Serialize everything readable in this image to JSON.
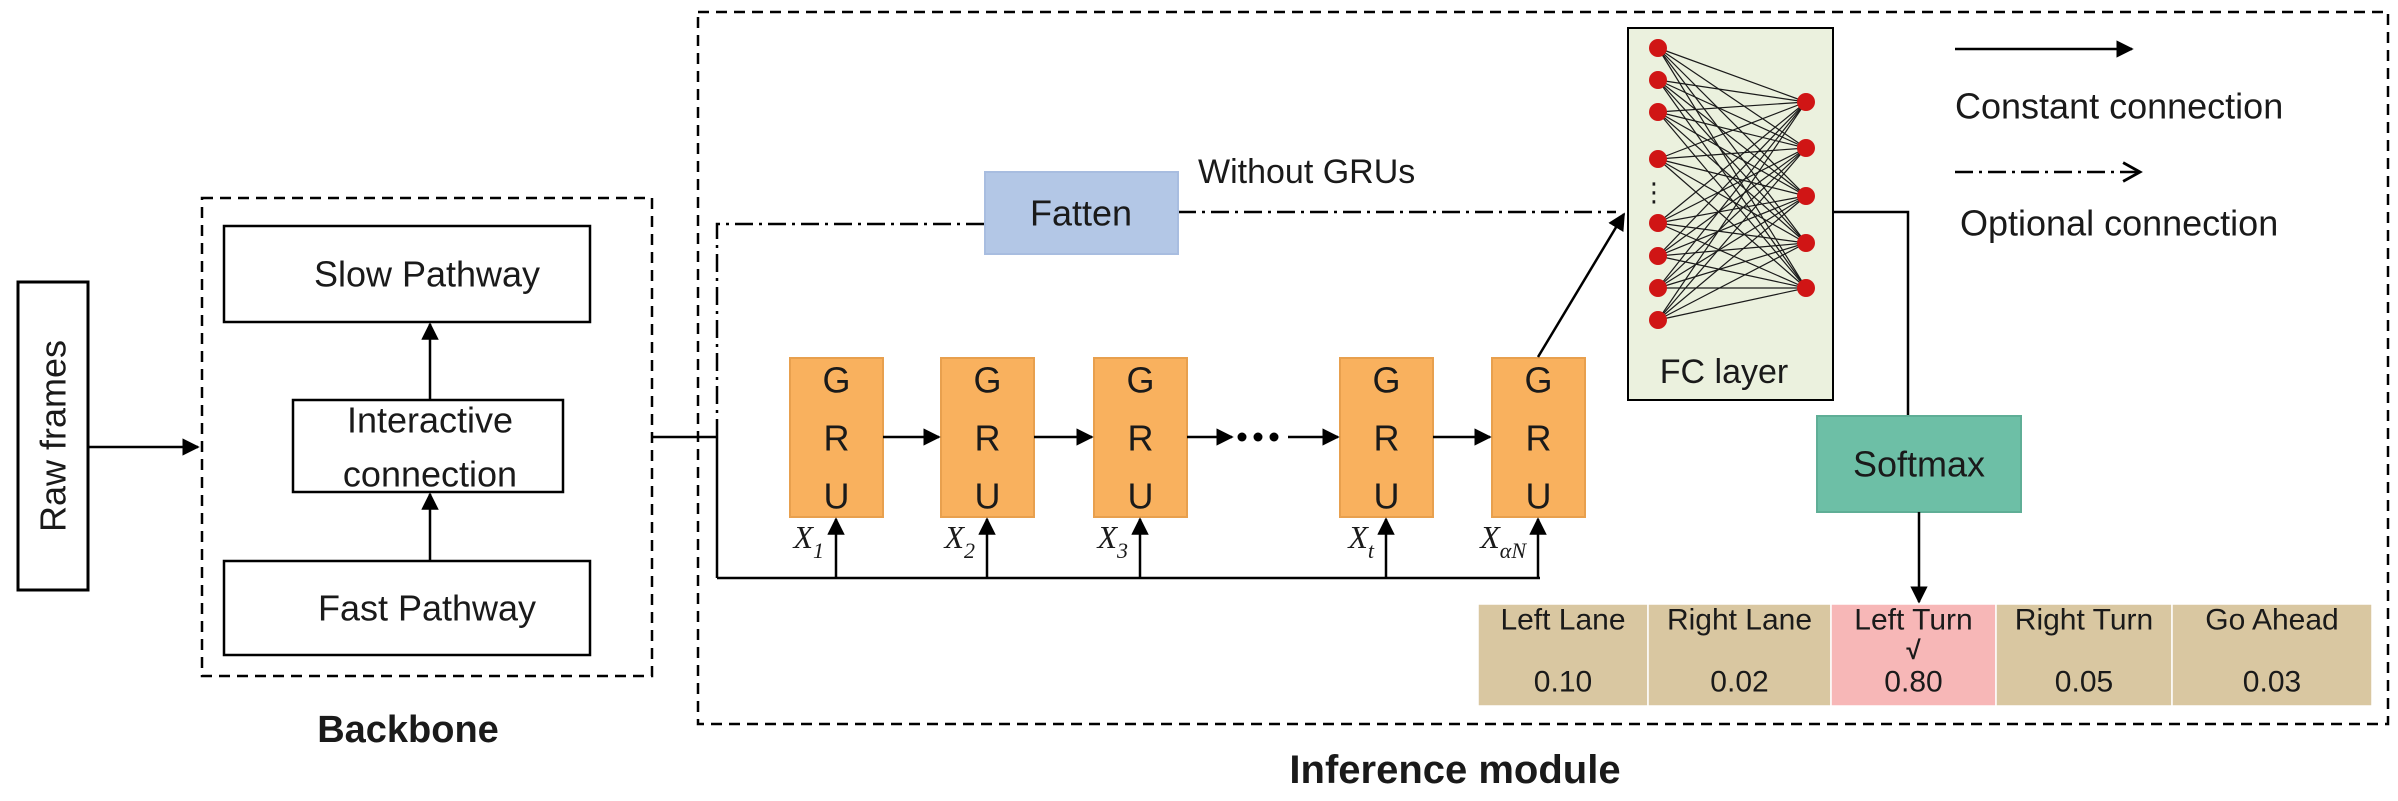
{
  "raw_frames": "Raw frames",
  "backbone": {
    "title": "Backbone",
    "slow": "Slow Pathway",
    "interactive_line1": "Interactive",
    "interactive_line2": "connection",
    "fast": "Fast Pathway"
  },
  "inference": {
    "title": "Inference module",
    "flatten": "Fatten",
    "without_grus": "Without GRUs",
    "gru_letters": [
      "G",
      "R",
      "U"
    ],
    "inputs": [
      {
        "base": "X",
        "sub": "1"
      },
      {
        "base": "X",
        "sub": "2"
      },
      {
        "base": "X",
        "sub": "3"
      },
      {
        "base": "X",
        "sub": "t"
      },
      {
        "base": "X",
        "sub": "αN"
      }
    ],
    "fc_label": "FC layer",
    "fc_dots": "⋮",
    "softmax": "Softmax"
  },
  "legend": {
    "constant": "Constant connection",
    "optional": "Optional connection"
  },
  "outputs": {
    "check": "√",
    "items": [
      {
        "label": "Left Lane",
        "value": "0.10",
        "selected": false
      },
      {
        "label": "Right Lane",
        "value": "0.02",
        "selected": false
      },
      {
        "label": "Left Turn",
        "value": "0.80",
        "selected": true
      },
      {
        "label": "Right Turn",
        "value": "0.05",
        "selected": false
      },
      {
        "label": "Go Ahead",
        "value": "0.03",
        "selected": false
      }
    ]
  },
  "colors": {
    "gru": "#f9b15e",
    "flatten": "#b3c7e6",
    "fc_bg": "#ebf1de",
    "softmax": "#6dbfa6",
    "cell": "#d9c7a1",
    "cell_selected": "#f7b7b7",
    "node": "#d01515"
  }
}
